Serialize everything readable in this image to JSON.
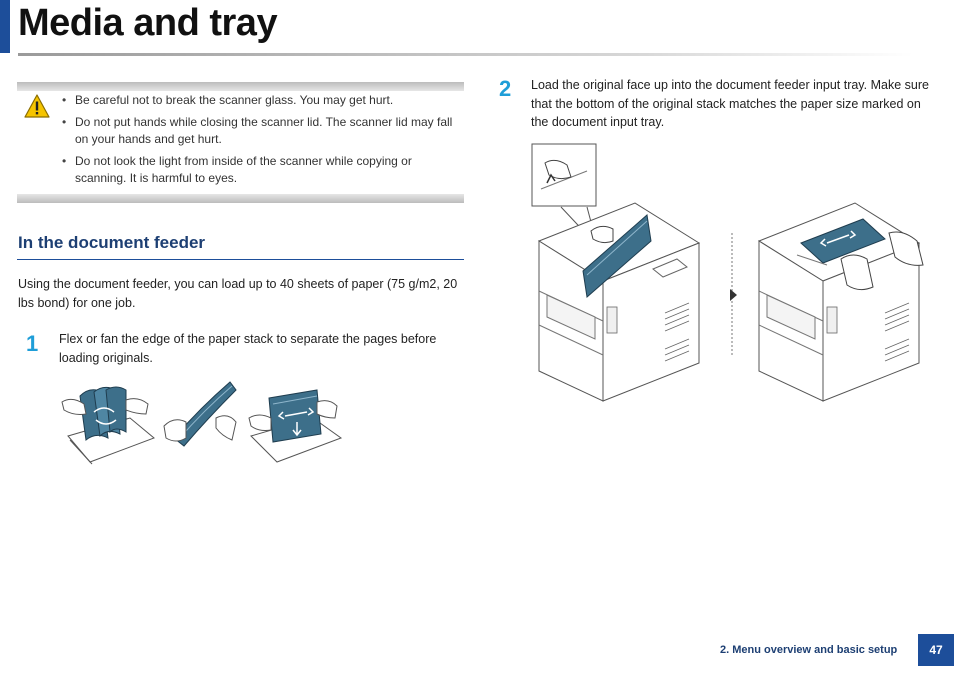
{
  "header": {
    "title": "Media and tray"
  },
  "caution": {
    "icon": "warning-icon",
    "items": [
      "Be careful not to break the scanner glass. You may get hurt.",
      "Do not put hands while closing the scanner lid. The scanner lid may fall on your hands and get hurt.",
      "Do not look the light from inside of the scanner while copying or scanning. It is harmful to eyes."
    ]
  },
  "section": {
    "heading": "In the document feeder",
    "intro": "Using the document feeder, you can load up to 40 sheets of paper (75 g/m2, 20 lbs bond) for one job."
  },
  "steps": [
    {
      "number": "1",
      "text": "Flex or fan the edge of the paper stack to separate the pages before loading originals."
    },
    {
      "number": "2",
      "text": "Load the original face up into the document feeder input tray. Make sure that the bottom of the original stack matches the paper size marked on the document input tray."
    }
  ],
  "footer": {
    "chapter": "2. Menu overview and basic setup",
    "page": "47"
  },
  "colors": {
    "brand_blue": "#1d4e9a",
    "step_blue": "#1f9ed8",
    "paper_teal": "#3d6f8a",
    "caution_yellow": "#f5c400"
  }
}
